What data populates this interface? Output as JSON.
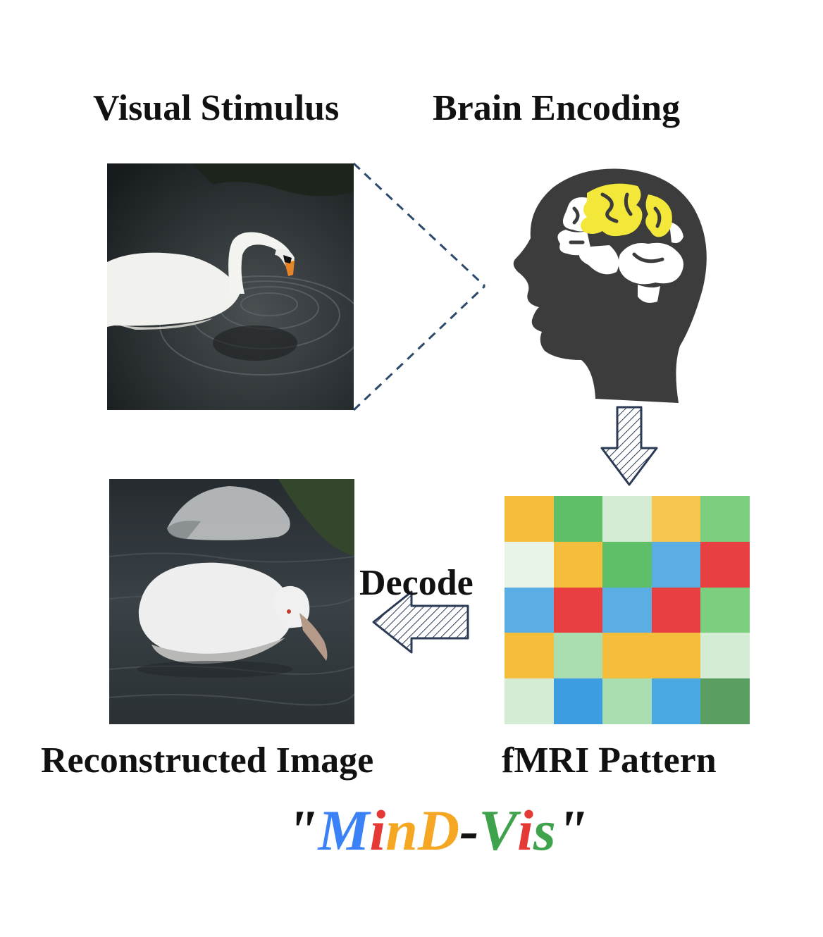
{
  "labels": {
    "stimulus": "Visual Stimulus",
    "encoding": "Brain Encoding",
    "reconstructed": "Reconstructed Image",
    "fmri": "fMRI Pattern",
    "decode": "Decode"
  },
  "model_name": {
    "open_quote": "\"",
    "close_quote": "\"",
    "letters": [
      {
        "ch": "M",
        "color": "#3b82f6"
      },
      {
        "ch": "i",
        "color": "#e53935"
      },
      {
        "ch": "n",
        "color": "#f5a623"
      },
      {
        "ch": "D",
        "color": "#f5a623"
      },
      {
        "ch": "-",
        "color": "#111111"
      },
      {
        "ch": "V",
        "color": "#3fa34d"
      },
      {
        "ch": "i",
        "color": "#e53935"
      },
      {
        "ch": "s",
        "color": "#3fa34d"
      }
    ]
  },
  "fmri_grid": [
    [
      "#f5bd3c",
      "#5fbf69",
      "#d4ecd3",
      "#f7c64f",
      "#7dcf80"
    ],
    [
      "#e8f4e8",
      "#f5bd3c",
      "#5fbf69",
      "#5aaee3",
      "#e84040"
    ],
    [
      "#5aaee3",
      "#e84040",
      "#5aaee3",
      "#e84040",
      "#7dcf80"
    ],
    [
      "#f5bd3c",
      "#aadeb0",
      "#f5bd3c",
      "#f5bd3c",
      "#d4ecd3"
    ],
    [
      "#d4ecd3",
      "#3d9de0",
      "#aadeb0",
      "#4aa8e3",
      "#5a9e62"
    ]
  ],
  "colors": {
    "head": "#3c3c3c",
    "brain_white": "#ffffff",
    "brain_yellow": "#f3e83a",
    "dash": "#2b4a6b"
  }
}
